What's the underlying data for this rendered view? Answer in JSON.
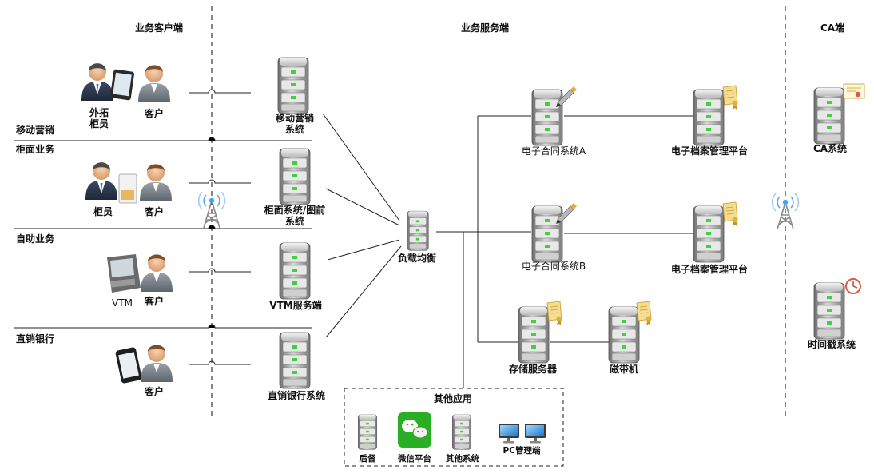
{
  "columns": {
    "client": "业务客户端",
    "server": "业务服务端",
    "ca": "CA端"
  },
  "categories": {
    "mobile": "移动营销",
    "counter": "柜面业务",
    "self": "自助业务",
    "direct": "直销银行"
  },
  "clients": {
    "mobile_staff": "外拓\n柜员",
    "mobile_customer": "客户",
    "counter_staff": "柜员",
    "counter_customer": "客户",
    "vtm": "VTM",
    "vtm_customer": "客户",
    "direct_customer": "客户"
  },
  "systems": {
    "mobile": "移动营销\n系统",
    "counter": "柜面系统/图前\n系统",
    "vtm": "VTM服务端",
    "direct": "直销银行系统",
    "lb": "负载均衡",
    "contract_a": "电子合同系统A",
    "contract_b": "电子合同系统B",
    "archive_a": "电子档案管理平台",
    "archive_b": "电子档案管理平台",
    "storage": "存储服务器",
    "tape": "磁带机",
    "ca": "CA系统",
    "timestamp": "时间戳系统"
  },
  "other_apps": {
    "title": "其他应用",
    "items": [
      "后督",
      "微信平台",
      "其他系统",
      "PC管理端"
    ]
  },
  "colors": {
    "line": "#222222",
    "server_body": "#9a9a9a",
    "server_led": "#3fd13f",
    "wechat": "#2aae23",
    "tower": "#5aa9e6"
  }
}
